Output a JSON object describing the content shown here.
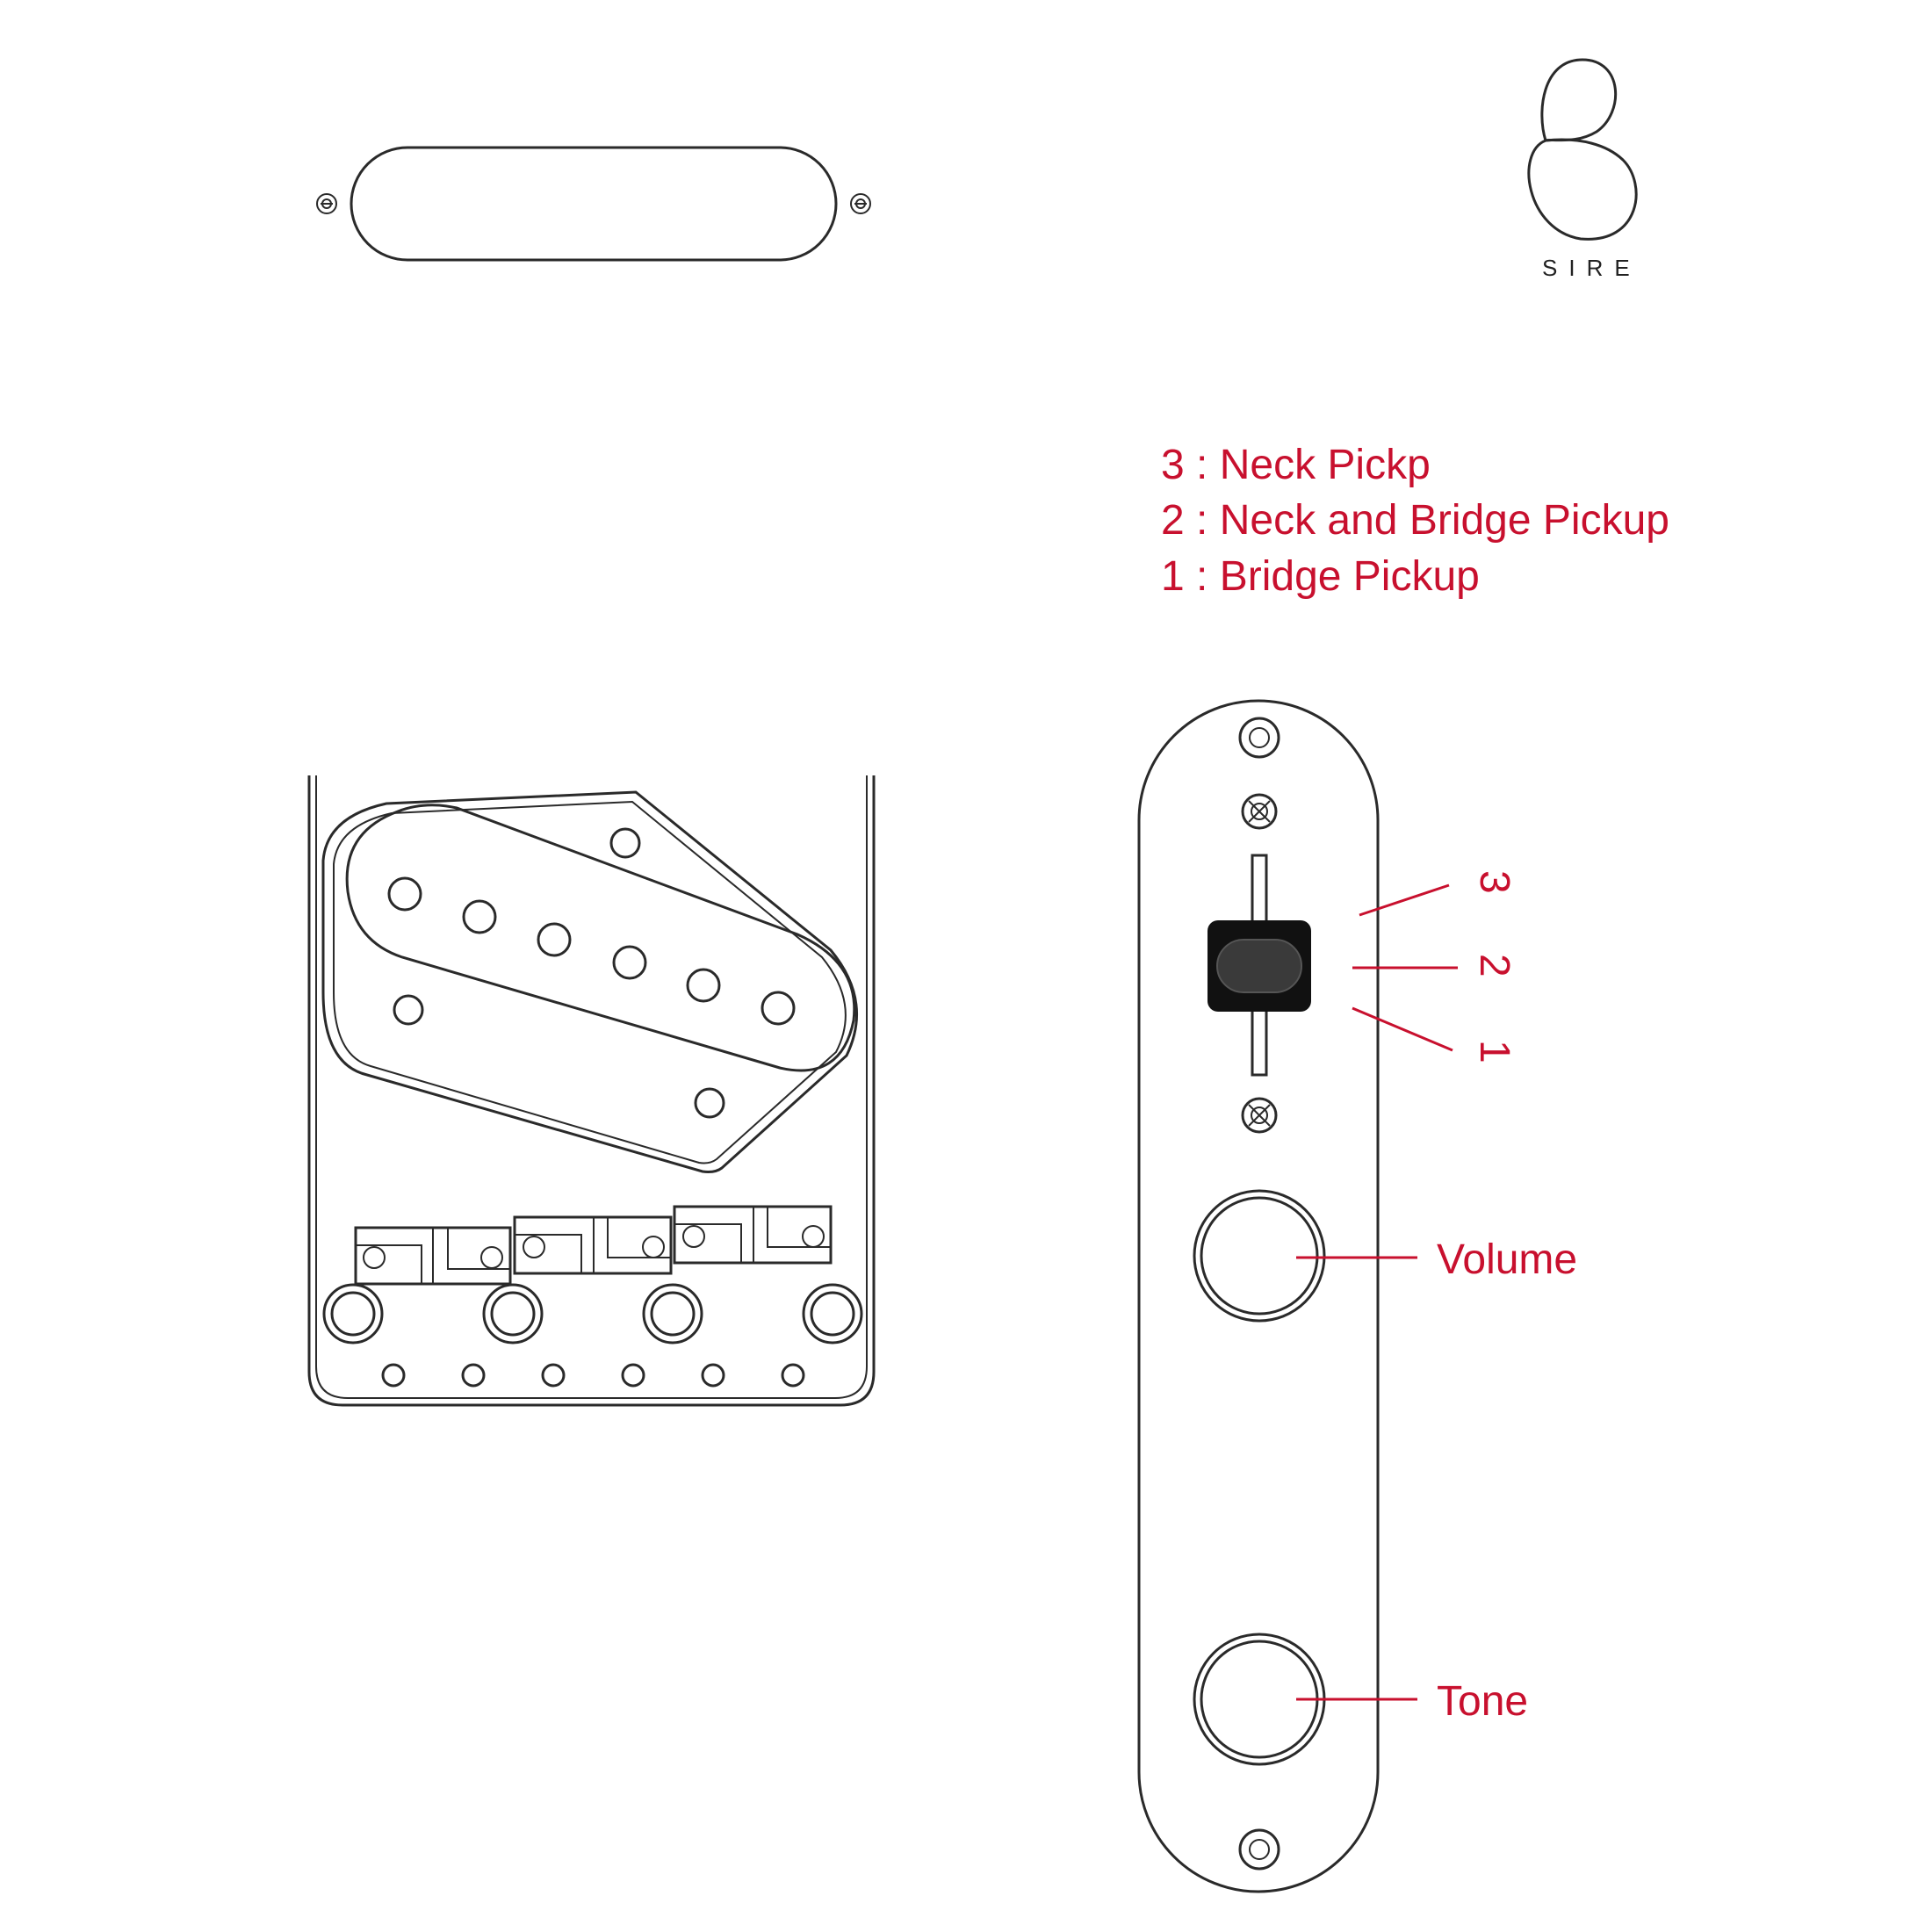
{
  "brand": {
    "logo_letter": "S",
    "wordmark": "SIRE"
  },
  "legend": {
    "line3": "3 : Neck Pickp",
    "line2": "2 : Neck and Bridge Pickup",
    "line1": "1 : Bridge Pickup"
  },
  "switch_positions": [
    "3",
    "2",
    "1"
  ],
  "controls": {
    "volume_label": "Volume",
    "tone_label": "Tone"
  },
  "colors": {
    "annotation": "#c8102e",
    "outline": "#2a2a2a",
    "switch_tip": "#111111"
  }
}
